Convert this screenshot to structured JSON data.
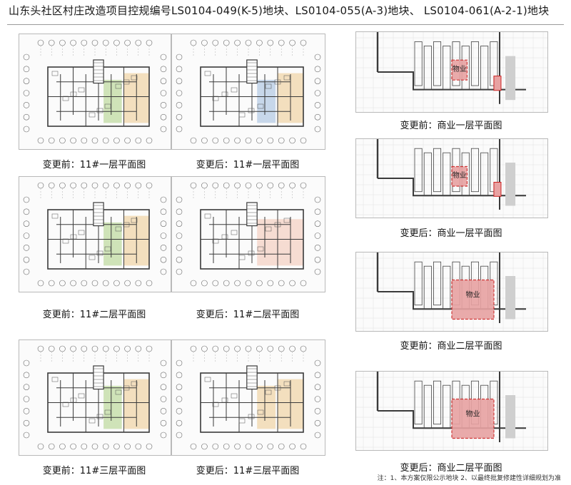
{
  "title": "山东头社区村庄改造项目控规编号LS0104-049(K-5)地块、LS0104-055(A-3)地块、 LS0104-061(A-2-1)地块",
  "floor_plans": [
    {
      "before_caption": "变更前：11#一层平面图",
      "after_caption": "变更后：11#一层平面图",
      "before_colors": [
        "#cfe3b8",
        "#f3dfbe"
      ],
      "after_colors": [
        "#c7d7ea",
        "#f3dfbe"
      ]
    },
    {
      "before_caption": "变更前：11#二层平面图",
      "after_caption": "变更后：11#二层平面图",
      "before_colors": [
        "#cfe3b8",
        "#f3dfbe"
      ],
      "after_colors": [
        "#f6dcd2",
        "#f6dcd2"
      ]
    },
    {
      "before_caption": "变更前：11#三层平面图",
      "after_caption": "变更后：11#三层平面图",
      "before_colors": [
        "#cfe3b8",
        "#f3dfbe"
      ],
      "after_colors": [
        "#f3dfbe",
        "#f3dfbe"
      ]
    }
  ],
  "commercial_plans": [
    {
      "caption": "变更前：商业一层平面图",
      "label": "物业"
    },
    {
      "caption": "变更后：商业一层平面图",
      "label": "物业"
    },
    {
      "caption": "变更前：商业二层平面图",
      "label": "物业"
    },
    {
      "caption": "变更后：商业二层平面图",
      "label": "物业"
    }
  ],
  "note": "注：1、本方案仅限公示地块 2、以最终批复修建性详细规划为准",
  "colors": {
    "highlight_red": "#e8a2a2",
    "highlight_red_border": "#cc2222",
    "line": "#3a3a3a"
  }
}
